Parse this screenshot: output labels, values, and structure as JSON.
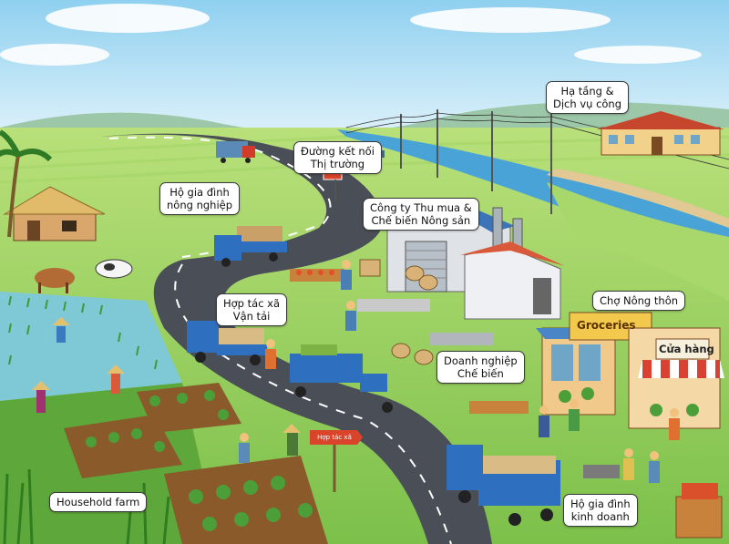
{
  "labels": {
    "road_market": [
      "Đường kết nối",
      "Thị trường"
    ],
    "infrastructure": [
      "Hạ tầng &",
      "Dịch vụ công"
    ],
    "farm_household": [
      "Hộ gia đình",
      "nông nghiệp"
    ],
    "company": [
      "Công ty Thu mua &",
      "Chế biến Nông sản"
    ],
    "coop_transport": [
      "Hợp tác xã",
      "Vận tải"
    ],
    "rural_market": "Chợ Nông thôn",
    "processing_enterprise": [
      "Doanh nghiệp",
      "Chế biến"
    ],
    "household_farm": "Household farm",
    "business_household": [
      "Hộ gia đình",
      "kinh doanh"
    ]
  },
  "signs": {
    "groceries": "Groceries",
    "shop": "Cửa hàng",
    "coop_sign": "Hợp tác xã"
  }
}
